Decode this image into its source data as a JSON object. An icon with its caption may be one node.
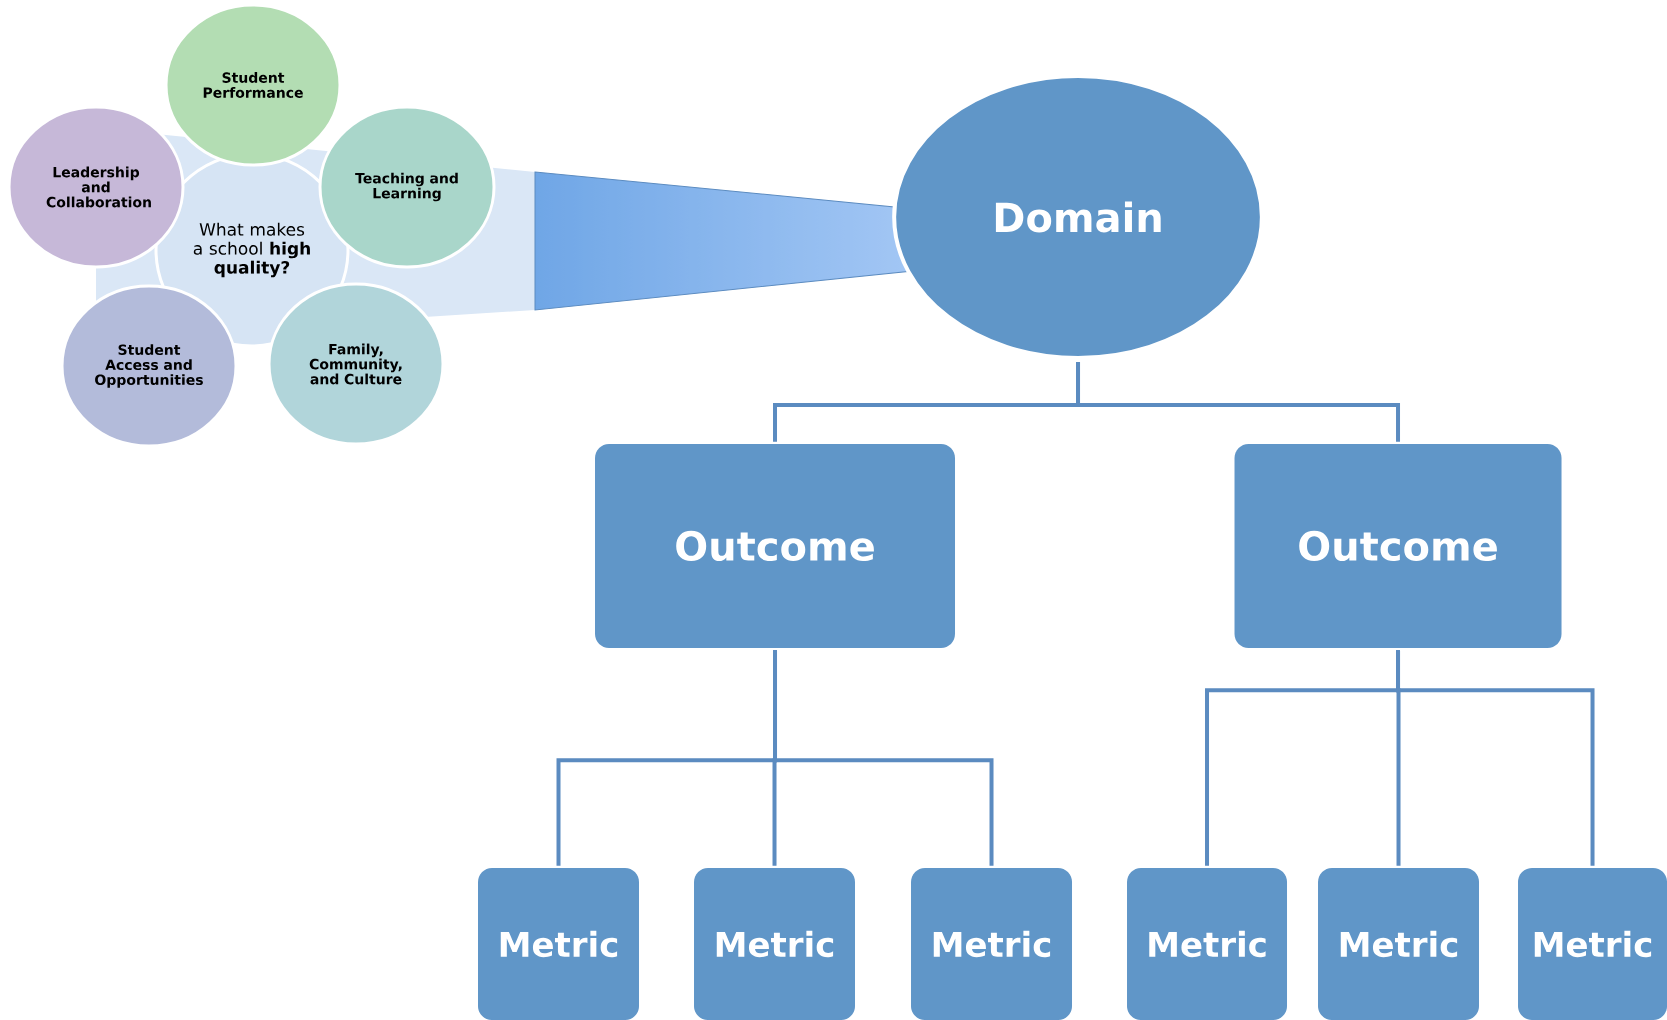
{
  "diagram": {
    "nodes": [
      {
        "text": [
          "What makes a school **high quality?**"
        ]
      },
      {
        "text": [
          "Student Performance"
        ]
      },
      {
        "text": [
          "Leadership and Collaboration"
        ]
      },
      {
        "text": [
          "Teaching and Learning"
        ]
      },
      {
        "text": [
          "Student Access and Opportunities"
        ]
      },
      {
        "text": [
          "Family, Community, and Culture"
        ]
      },
      {
        "text": [
          "Domain"
        ]
      },
      {
        "text": [
          "Outcome"
        ]
      },
      {
        "text": [
          "Outcome"
        ]
      },
      {
        "text": [
          "Metric"
        ]
      },
      {
        "text": [
          "Metric"
        ]
      },
      {
        "text": [
          "Metric"
        ]
      },
      {
        "text": [
          "Metric"
        ]
      },
      {
        "text": [
          "Metric"
        ]
      },
      {
        "text": [
          "Metric"
        ]
      }
    ],
    "edges": [
      {
        "from": 6,
        "to": 7,
        "arrow": "none"
      },
      {
        "from": 6,
        "to": 8,
        "arrow": "none"
      },
      {
        "from": 7,
        "to": 9,
        "arrow": "none"
      },
      {
        "from": 7,
        "to": 10,
        "arrow": "none"
      },
      {
        "from": 7,
        "to": 11,
        "arrow": "none"
      },
      {
        "from": 8,
        "to": 12,
        "arrow": "none"
      },
      {
        "from": 8,
        "to": 13,
        "arrow": "none"
      },
      {
        "from": 8,
        "to": 14,
        "arrow": "none"
      }
    ]
  }
}
